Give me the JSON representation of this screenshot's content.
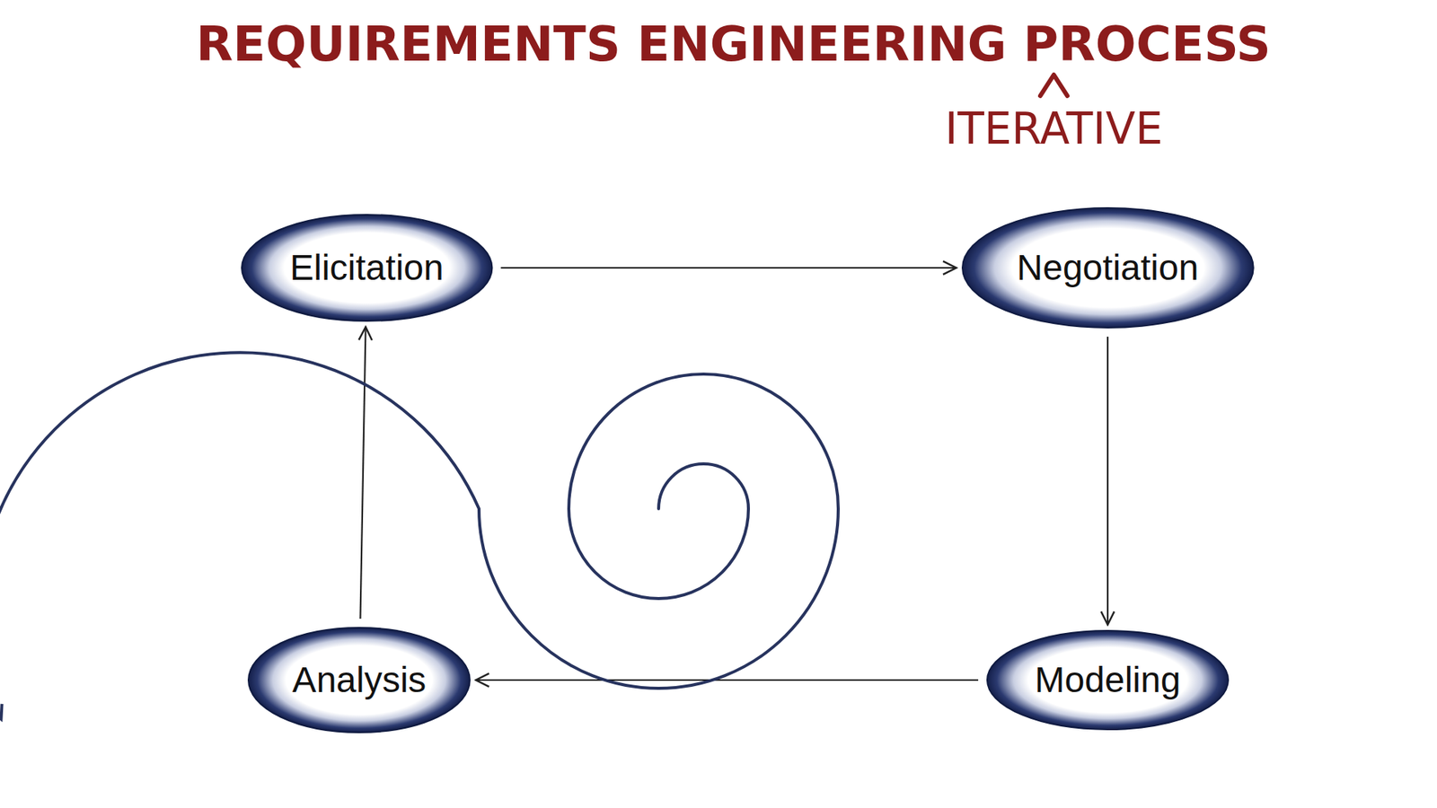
{
  "diagram": {
    "title": "REQUIREMENTS ENGINEERING PROCESS",
    "nodes": [
      {
        "text": [
          "Elicitation"
        ]
      },
      {
        "text": [
          "Negotiation"
        ]
      },
      {
        "text": [
          "Modeling"
        ]
      },
      {
        "text": [
          "Analysis"
        ]
      }
    ],
    "edges": [
      {
        "from": 0,
        "to": 1,
        "arrow": "to"
      },
      {
        "from": 1,
        "to": 2,
        "arrow": "to"
      },
      {
        "from": 2,
        "to": 3,
        "arrow": "to"
      },
      {
        "from": 3,
        "to": 0,
        "arrow": "to"
      }
    ],
    "labels": [
      "ITERATIVE"
    ]
  }
}
